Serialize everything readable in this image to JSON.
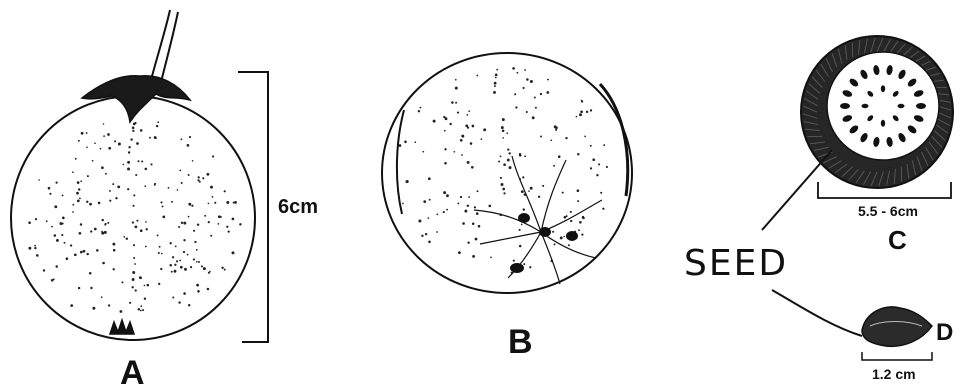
{
  "figure": {
    "labels": {
      "a": "A",
      "b": "B",
      "c": "C",
      "d": "D"
    },
    "measurements": {
      "fruit_height": "6cm",
      "cross_section_width": "5.5 - 6cm",
      "seed_length": "1.2 cm"
    },
    "callout": {
      "seed": "SEED"
    },
    "colors": {
      "ink": "#111111",
      "rind": "#2a2a2a",
      "paper": "#ffffff"
    }
  }
}
